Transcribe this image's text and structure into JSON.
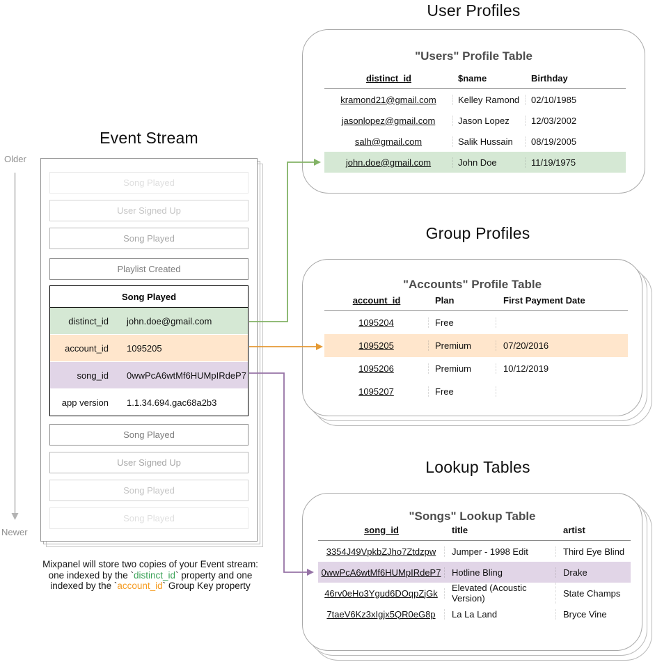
{
  "colors": {
    "green_fill": "#d5e8d4",
    "green_stroke": "#82b366",
    "orange_fill": "#ffe6cc",
    "orange_stroke": "#e59a34",
    "purple_fill": "#e1d5e7",
    "purple_stroke": "#9673a6",
    "gray_stroke": "#b3b3b3"
  },
  "event_stream": {
    "title": "Event Stream",
    "older_label": "Older",
    "newer_label": "Newer",
    "events_before": [
      "Song Played",
      "User Signed Up",
      "Song Played",
      "Playlist Created"
    ],
    "expanded_event": {
      "title": "Song Played",
      "properties": [
        {
          "key": "distinct_id",
          "value": "john.doe@gmail.com"
        },
        {
          "key": "account_id",
          "value": "1095205"
        },
        {
          "key": "song_id",
          "value": "0wwPcA6wtMf6HUMpIRdeP7"
        },
        {
          "key": "app version",
          "value": "1.1.34.694.gac68a2b3"
        }
      ]
    },
    "events_after": [
      "Song Played",
      "User Signed Up",
      "Song Played",
      "Song Played"
    ]
  },
  "caption": {
    "line1": "Mixpanel will store two copies of your Event stream:",
    "line2a": "one indexed by the `",
    "line2b": "distinct_id",
    "line2c": "` property and one",
    "line3a": "indexed by the `",
    "line3b": "account_id",
    "line3c": "` Group Key property"
  },
  "user_profiles": {
    "section_title": "User Profiles",
    "card_title": "\"Users\" Profile Table",
    "columns": [
      "distinct_id",
      "$name",
      "Birthday"
    ],
    "rows": [
      [
        "kramond21@gmail.com",
        "Kelley Ramond",
        "02/10/1985"
      ],
      [
        "jasonlopez@gmail.com",
        "Jason Lopez",
        "12/03/2002"
      ],
      [
        "salh@gmail.com",
        "Salik Hussain",
        "08/19/2005"
      ],
      [
        "john.doe@gmail.com",
        "John Doe",
        "11/19/1975"
      ]
    ]
  },
  "group_profiles": {
    "section_title": "Group Profiles",
    "card_title": "\"Accounts\" Profile Table",
    "columns": [
      "account_id",
      "Plan",
      "First Payment Date"
    ],
    "rows": [
      [
        "1095204",
        "Free",
        ""
      ],
      [
        "1095205",
        "Premium",
        "07/20/2016"
      ],
      [
        "1095206",
        "Premium",
        "10/12/2019"
      ],
      [
        "1095207",
        "Free",
        ""
      ]
    ]
  },
  "lookup_tables": {
    "section_title": "Lookup Tables",
    "card_title": "\"Songs\" Lookup Table",
    "columns": [
      "song_id",
      "title",
      "artist"
    ],
    "rows": [
      [
        "3354J49VpkbZJho7Ztdzpw",
        "Jumper - 1998 Edit",
        "Third Eye Blind"
      ],
      [
        "0wwPcA6wtMf6HUMpIRdeP7",
        "Hotline Bling",
        "Drake"
      ],
      [
        "46rv0eHo3Ygud6DOqpZjGk",
        "Elevated (Acoustic Version)",
        "State Champs"
      ],
      [
        "7taeV6Kz3xIgjx5QR0eG8p",
        "La La Land",
        "Bryce Vine"
      ]
    ]
  }
}
